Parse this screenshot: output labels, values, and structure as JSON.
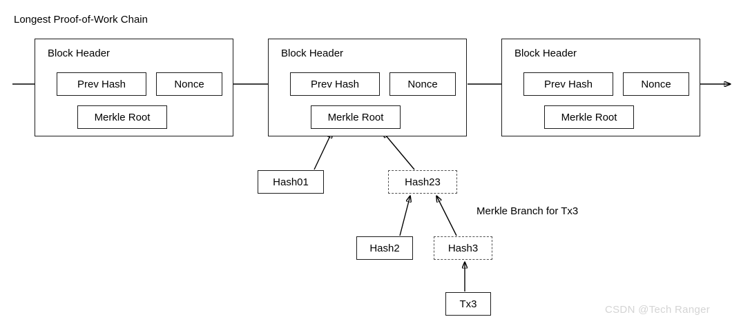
{
  "title": "Longest Proof-of-Work Chain",
  "blocks": [
    {
      "header_label": "Block Header",
      "prev_hash_label": "Prev Hash",
      "nonce_label": "Nonce",
      "merkle_root_label": "Merkle Root"
    },
    {
      "header_label": "Block Header",
      "prev_hash_label": "Prev Hash",
      "nonce_label": "Nonce",
      "merkle_root_label": "Merkle Root"
    },
    {
      "header_label": "Block Header",
      "prev_hash_label": "Prev Hash",
      "nonce_label": "Nonce",
      "merkle_root_label": "Merkle Root"
    }
  ],
  "merkle_nodes": {
    "hash01": "Hash01",
    "hash23": "Hash23",
    "hash2": "Hash2",
    "hash3": "Hash3",
    "tx3": "Tx3"
  },
  "branch_label": "Merkle Branch for Tx3",
  "watermark": "CSDN @Tech Ranger",
  "colors": {
    "stroke": "#1a1a1a",
    "dashed_stroke": "#4d4d4d",
    "background": "#ffffff",
    "text": "#000000",
    "watermark": "#d4d4d4"
  }
}
